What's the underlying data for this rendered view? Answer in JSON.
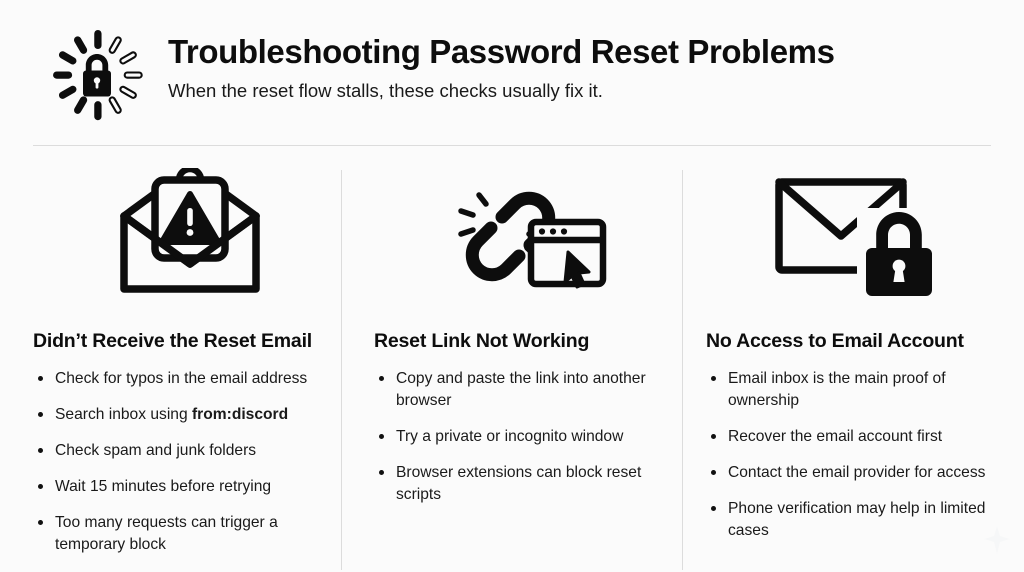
{
  "header": {
    "icon": "loading-lock-icon",
    "title": "Troubleshooting Password Reset Problems",
    "subtitle": "When the reset flow stalls, these checks usually fix it."
  },
  "colors": {
    "background": "#fbfbfb",
    "text": "#111111",
    "rule": "#dcdcdc",
    "ink": "#000000"
  },
  "columns": [
    {
      "icon": "envelope-warning-icon",
      "heading": "Didn’t Receive the Reset Email",
      "items": [
        {
          "text": "Check for typos in the email address"
        },
        {
          "text": "Search inbox using ",
          "bold": "from:discord"
        },
        {
          "text": "Check spam and junk folders"
        },
        {
          "text": "Wait 15 minutes before retrying"
        },
        {
          "text": "Too many requests can trigger a temporary block"
        }
      ]
    },
    {
      "icon": "broken-link-browser-icon",
      "heading": "Reset Link Not Working",
      "items": [
        {
          "text": "Copy and paste the link into another browser"
        },
        {
          "text": "Try a private or incognito window"
        },
        {
          "text": "Browser extensions can block reset scripts"
        }
      ]
    },
    {
      "icon": "locked-email-icon",
      "heading": "No Access to Email Account",
      "items": [
        {
          "text": "Email inbox is the main proof of ownership"
        },
        {
          "text": "Recover the email account first"
        },
        {
          "text": "Contact the email provider for access"
        },
        {
          "text": "Phone verification may help in limited cases"
        }
      ]
    }
  ],
  "decoration": {
    "watermark": "sparkle-icon"
  }
}
